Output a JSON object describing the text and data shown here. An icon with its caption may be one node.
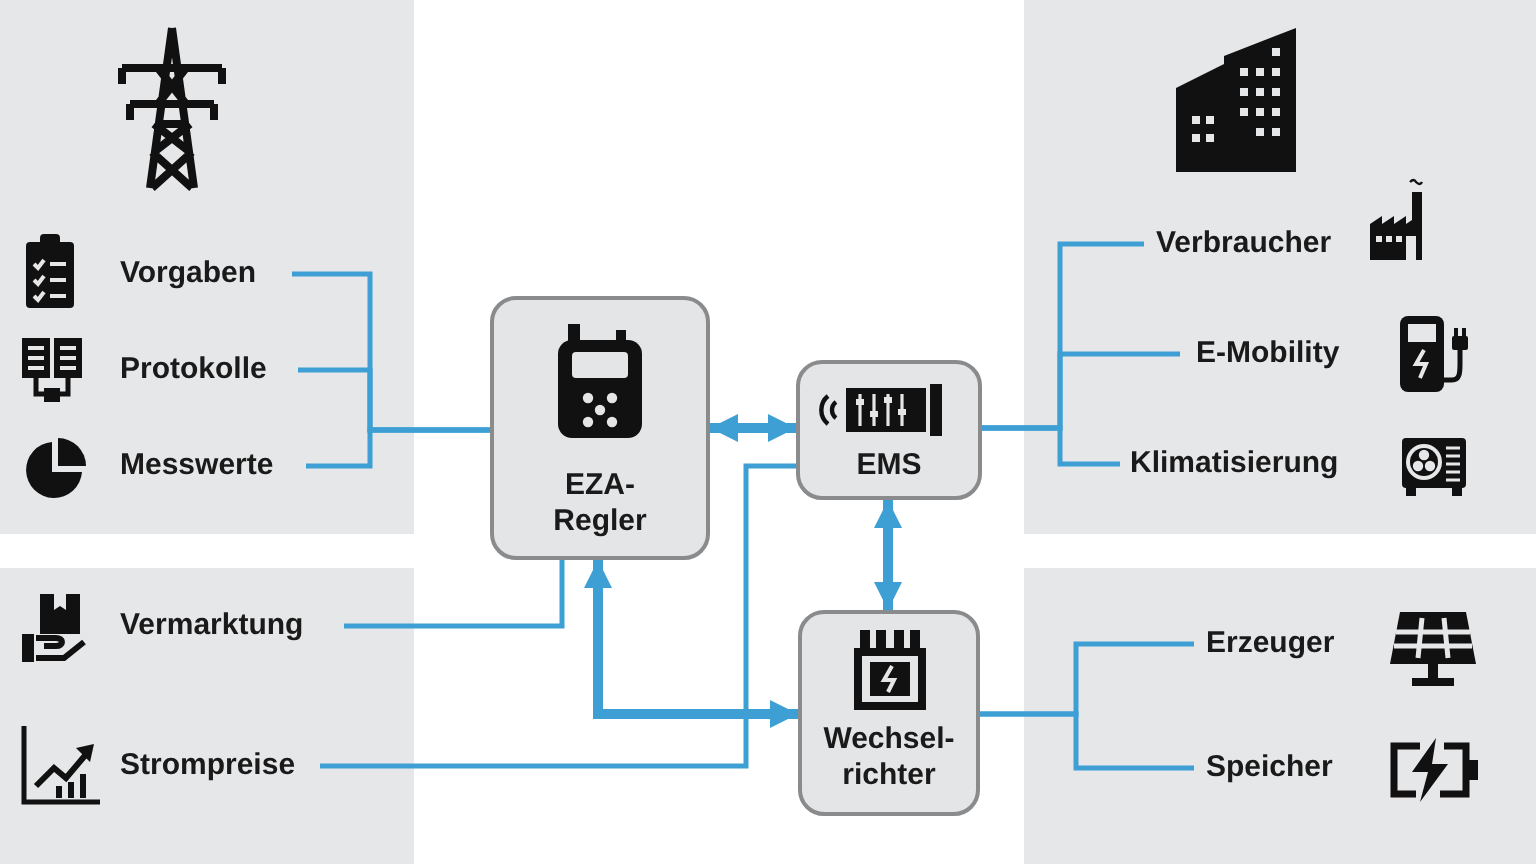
{
  "diagram": {
    "nodes": [
      {
        "text": [
          "Vorgaben"
        ]
      },
      {
        "text": [
          "Protokolle"
        ]
      },
      {
        "text": [
          "Messwerte"
        ]
      },
      {
        "text": [
          "Vermarktung"
        ]
      },
      {
        "text": [
          "Strompreise"
        ]
      },
      {
        "text": [
          "EZA- Regler"
        ]
      },
      {
        "text": [
          "EMS"
        ]
      },
      {
        "text": [
          "Wechsel- richter"
        ]
      },
      {
        "text": [
          "Verbraucher"
        ]
      },
      {
        "text": [
          "E-Mobility"
        ]
      },
      {
        "text": [
          "Klimatisierung"
        ]
      },
      {
        "text": [
          "Erzeuger"
        ]
      },
      {
        "text": [
          "Speicher"
        ]
      }
    ],
    "edges": [
      {
        "from": 0,
        "to": 5,
        "arrow": "none"
      },
      {
        "from": 1,
        "to": 5,
        "arrow": "none"
      },
      {
        "from": 2,
        "to": 5,
        "arrow": "none"
      },
      {
        "from": 3,
        "to": 5,
        "arrow": "none"
      },
      {
        "from": 4,
        "to": 6,
        "arrow": "none"
      },
      {
        "from": 5,
        "to": 6,
        "arrow": "both",
        "style": "thick"
      },
      {
        "from": 5,
        "to": 7,
        "arrow": "both",
        "style": "thick"
      },
      {
        "from": 6,
        "to": 7,
        "arrow": "both",
        "style": "thick"
      },
      {
        "from": 6,
        "to": 8,
        "arrow": "none"
      },
      {
        "from": 6,
        "to": 9,
        "arrow": "none"
      },
      {
        "from": 6,
        "to": 10,
        "arrow": "none"
      },
      {
        "from": 7,
        "to": 11,
        "arrow": "none"
      },
      {
        "from": 7,
        "to": 12,
        "arrow": "none"
      }
    ]
  }
}
